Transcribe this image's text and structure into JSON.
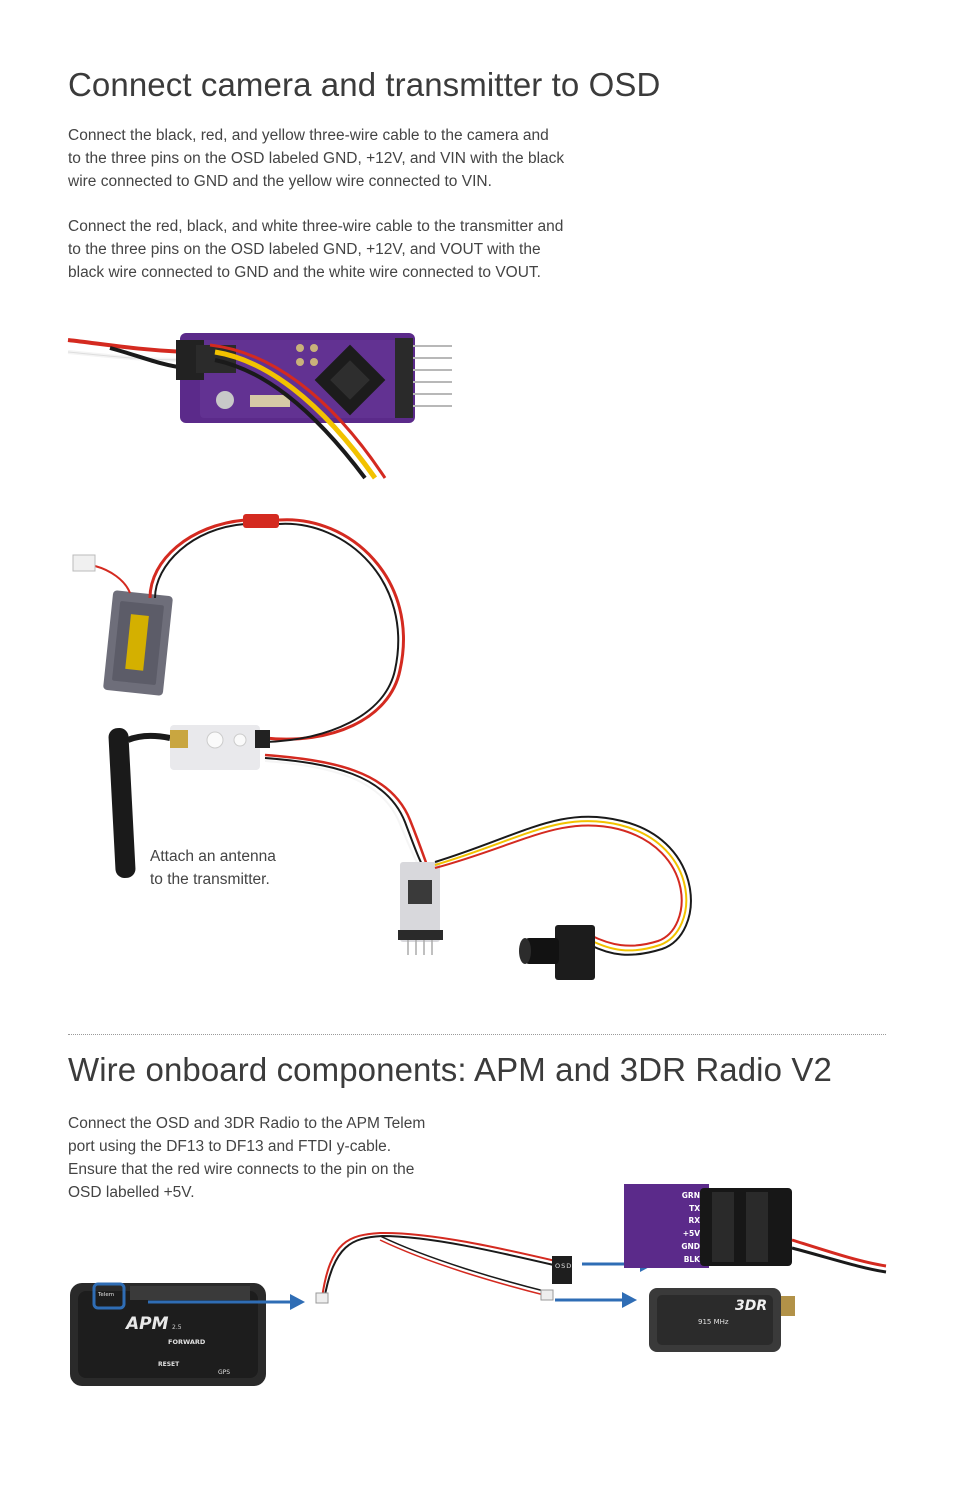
{
  "section1": {
    "title": "Connect camera and transmitter to OSD",
    "para1": [
      "Connect the black, red, and yellow three-wire cable to the camera and",
      "to the three pins on the OSD labeled GND, +12V, and VIN with the black",
      "wire connected to GND and the yellow wire connected to VIN."
    ],
    "para2": [
      "Connect the red, black, and white three-wire cable to the transmitter and",
      "to the three pins on the OSD labeled GND, +12V, and VOUT with the",
      "black wire connected to GND and the white wire connected to VOUT."
    ],
    "antenna_caption": [
      "Attach an antenna",
      "to the transmitter."
    ]
  },
  "section2": {
    "title": "Wire onboard components: APM and 3DR Radio V2",
    "para": [
      "Connect the OSD and 3DR Radio to the APM Telem",
      "port using the DF13 to DF13 and FTDI y-cable.",
      "Ensure that the red wire connects to the pin on the",
      "OSD labelled +5V."
    ]
  },
  "colors": {
    "arrow": "#2f6db5",
    "board_purple": "#5b2a8a",
    "wire_red": "#d42a20",
    "wire_yellow": "#f2c200"
  },
  "osd_pins": [
    "GRN",
    "TX",
    "RX",
    "+5V",
    "GND",
    "BLK"
  ],
  "apm": {
    "logo": "APM",
    "version": "2.5",
    "forward_label": "FORWARD",
    "reset_label": "RESET",
    "gps_label": "GPS",
    "telem_label": "Telem"
  },
  "radio": {
    "logo": "3DR",
    "freq": "915 MHz"
  },
  "osd_cable_tag": "OSD"
}
